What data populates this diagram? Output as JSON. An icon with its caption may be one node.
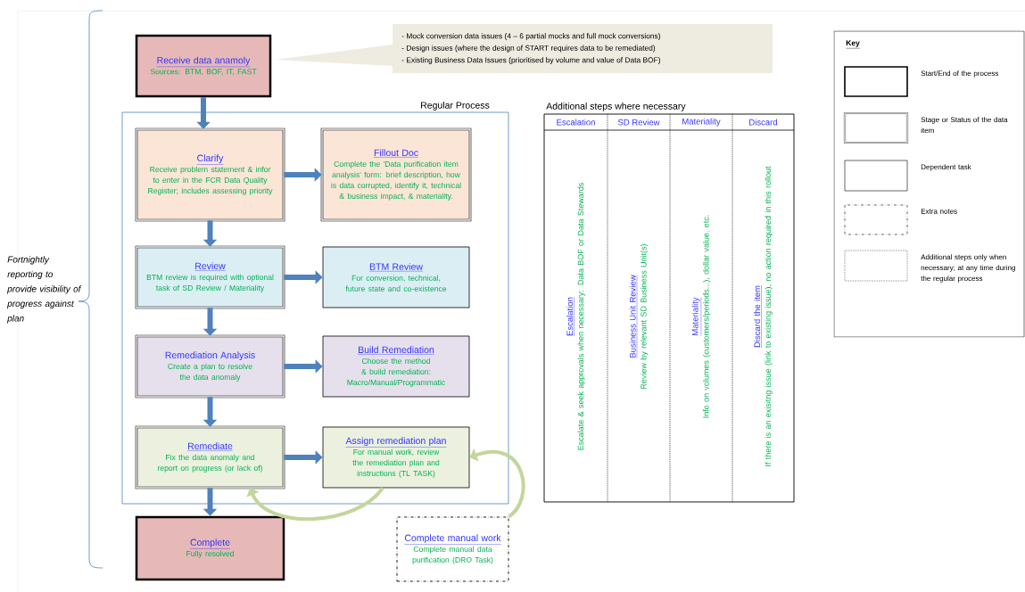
{
  "diagram": {
    "nodes": [
      {
        "text": [
          "Receive data anamoly",
          "Sources: BTM, BOF, IT, FAST"
        ]
      },
      {
        "text": [
          "Regular Process"
        ]
      },
      {
        "text": [
          "Clarify",
          "Receive problem statement & infor to enter in the FCR Data Quality Register; includes assessing priority"
        ],
        "in": 1
      },
      {
        "text": [
          "Fillout Doc",
          "Complete the 'Data purification item analysis' form: brief description, how is data corrupted, identify it, technical & business impact, & materiality."
        ],
        "in": 1
      },
      {
        "text": [
          "Review",
          "BTM review is required with optional task of SD Review / Materiality"
        ],
        "in": 1
      },
      {
        "text": [
          "BTM Review",
          "For conversion, technical, future state and co-existence"
        ],
        "in": 1
      },
      {
        "text": [
          "Remediation Analysis",
          "Create a plan to resolve the data anomaly"
        ],
        "in": 1
      },
      {
        "text": [
          "Build Remediation",
          "Choose the method & build remediation: Macro/Manual/Programmatic"
        ],
        "in": 1
      },
      {
        "text": [
          "Remediate",
          "Fix the data anomaly and report on progress (or lack of)"
        ],
        "in": 1
      },
      {
        "text": [
          "Assign remediation plan",
          "For manual work, review the remediation plan and instructions (TL TASK)"
        ],
        "in": 1
      },
      {
        "text": [
          "Complete",
          "Fully resolved"
        ]
      },
      {
        "text": [
          "Complete manual work",
          "Complete manual data purification (DRO Task)"
        ]
      },
      {
        "text": [
          "- Mock conversion data issues (4 – 6 partial mocks and full mock conversions)",
          "- Design issues (where the design of START requires data to be remediated)",
          "- Existing Business Data Issues (prioritised by volume and value of Data BOF)"
        ]
      },
      {
        "text": [
          "Additional steps where necessary"
        ]
      },
      {
        "text": [
          "Escalation",
          "Escalation",
          "Escalate & seek approvals when necessary: Data BOF or Data Stewards"
        ],
        "in": 13
      },
      {
        "text": [
          "SD Review",
          "Business Unit Review",
          "Review by relevant SD Business Unit(s)"
        ],
        "in": 13
      },
      {
        "text": [
          "Materiality",
          "Materiality",
          "Info on volumes (customers/periods...), dollar value, etc."
        ],
        "in": 13
      },
      {
        "text": [
          "Discard",
          "Discard the item",
          "If there is an exisitng issue (link to existing issue), no action required in this rollout"
        ],
        "in": 13
      }
    ],
    "edges": [
      {
        "from": 0,
        "to": 2,
        "arrow": "to"
      },
      {
        "from": 2,
        "to": 3,
        "arrow": "to"
      },
      {
        "from": 2,
        "to": 4,
        "arrow": "to"
      },
      {
        "from": 4,
        "to": 5,
        "arrow": "to"
      },
      {
        "from": 4,
        "to": 6,
        "arrow": "to"
      },
      {
        "from": 6,
        "to": 7,
        "arrow": "to"
      },
      {
        "from": 6,
        "to": 8,
        "arrow": "to"
      },
      {
        "from": 8,
        "to": 9,
        "arrow": "to"
      },
      {
        "from": 8,
        "to": 10,
        "arrow": "to"
      },
      {
        "from": 9,
        "to": 8,
        "arrow": "to",
        "color": "#c3d69b"
      },
      {
        "from": 11,
        "to": 9,
        "arrow": "to",
        "color": "#c3d69b"
      }
    ],
    "labels": [
      "Fortnightly reporting to provide visibility of progress against plan",
      "Key"
    ],
    "legend": [
      {
        "text": "Start/End of the process"
      },
      {
        "text": "Stage or Status of the data item"
      },
      {
        "text": "Dependent task"
      },
      {
        "text": "Extra notes"
      },
      {
        "text": "Additional steps only when necessary; at any time during the regular process"
      }
    ]
  }
}
